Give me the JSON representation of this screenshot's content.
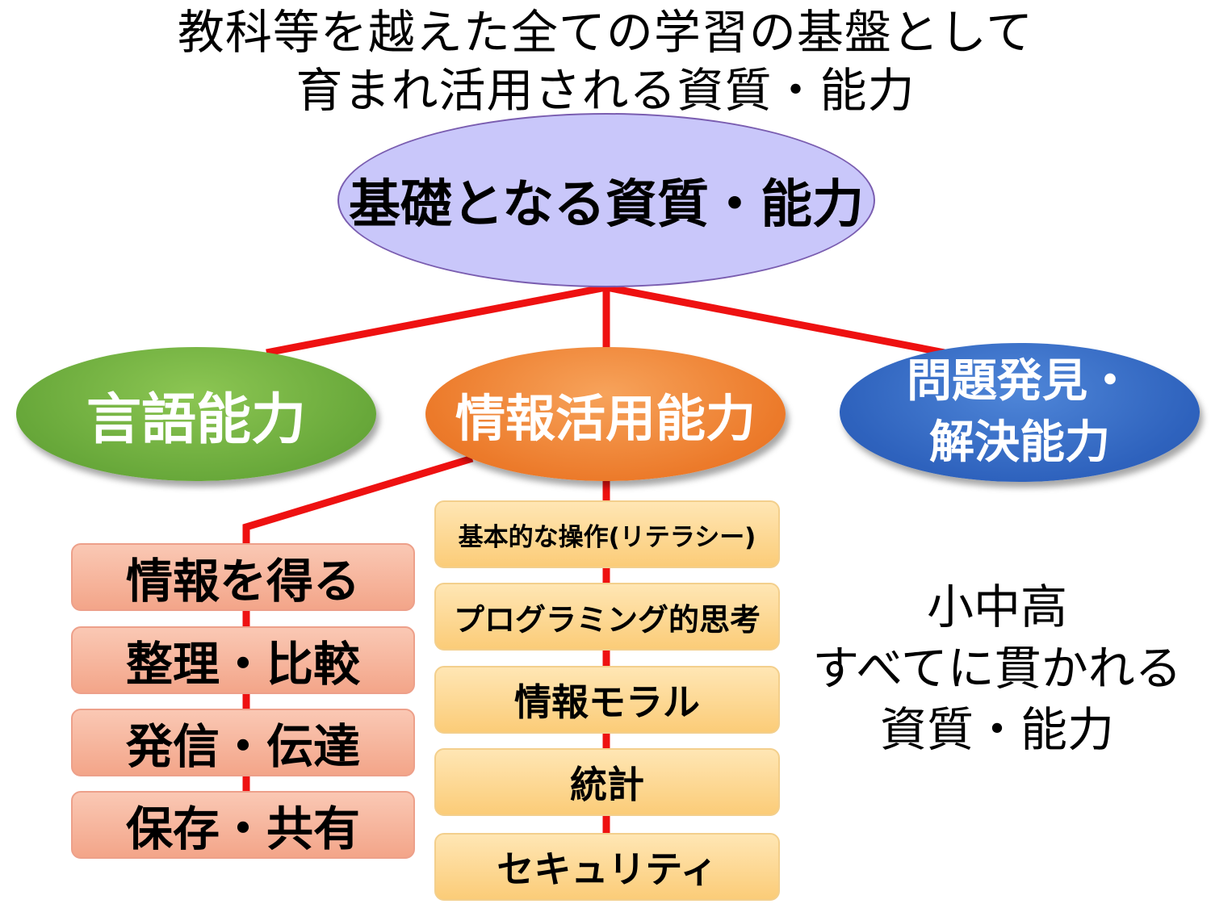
{
  "title": {
    "line1": "教科等を越えた全ての学習の基盤として",
    "line2": "育まれ活用される資質・能力"
  },
  "root": {
    "label": "基礎となる資質・能力"
  },
  "categories": {
    "language": {
      "label": "言語能力"
    },
    "information": {
      "label": "情報活用能力"
    },
    "problem": {
      "line1": "問題発見・",
      "line2": "解決能力"
    }
  },
  "info_steps": [
    "情報を得る",
    "整理・比較",
    "発信・伝達",
    "保存・共有"
  ],
  "info_elements": [
    "基本的な操作(リテラシー)",
    "プログラミング的思考",
    "情報モラル",
    "統計",
    "セキュリティ"
  ],
  "side_note": {
    "line1": "小中高",
    "line2": "すべてに貫かれる",
    "line3": "資質・能力"
  },
  "colors": {
    "connector": "#ee1111",
    "root_fill": "#c9c7fa",
    "language_fill": "#6aaa3c",
    "information_fill": "#ec7a2a",
    "problem_fill": "#2e62bd",
    "step_fill": "#f6b098",
    "element_fill": "#fdd78e"
  }
}
